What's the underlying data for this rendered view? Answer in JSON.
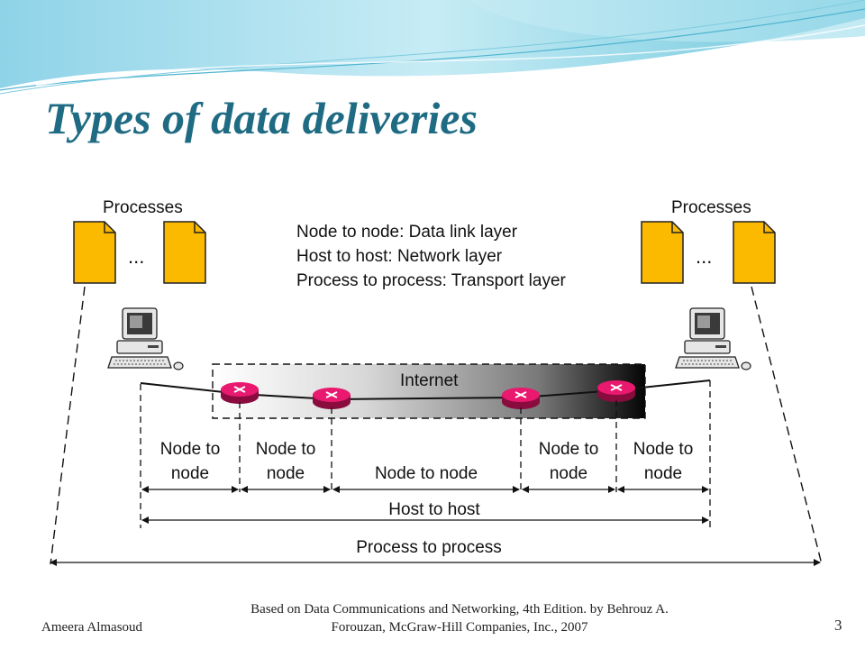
{
  "slide": {
    "title": "Types of data deliveries"
  },
  "diagram": {
    "processes_left": "Processes",
    "processes_right": "Processes",
    "ellipsis": "...",
    "legend": [
      "Node to node: Data link layer",
      "Host to host: Network layer",
      "Process to process: Transport layer"
    ],
    "internet_label": "Internet",
    "segments": [
      {
        "line1": "Node to",
        "line2": "node"
      },
      {
        "line1": "Node to",
        "line2": "node"
      },
      {
        "line1": "Node to node",
        "line2": ""
      },
      {
        "line1": "Node to",
        "line2": "node"
      },
      {
        "line1": "Node to",
        "line2": "node"
      }
    ],
    "host_to_host": "Host to host",
    "process_to_process": "Process to process",
    "colors": {
      "document": "#fbb900",
      "router": "#e8196e",
      "title": "#1f6b83"
    }
  },
  "footer": {
    "author": "Ameera Almasoud",
    "source_line1": "Based on Data Communications and Networking, 4th Edition. by Behrouz A.",
    "source_line2": "Forouzan,   McGraw-Hill Companies, Inc., 2007",
    "page_number": "3"
  }
}
